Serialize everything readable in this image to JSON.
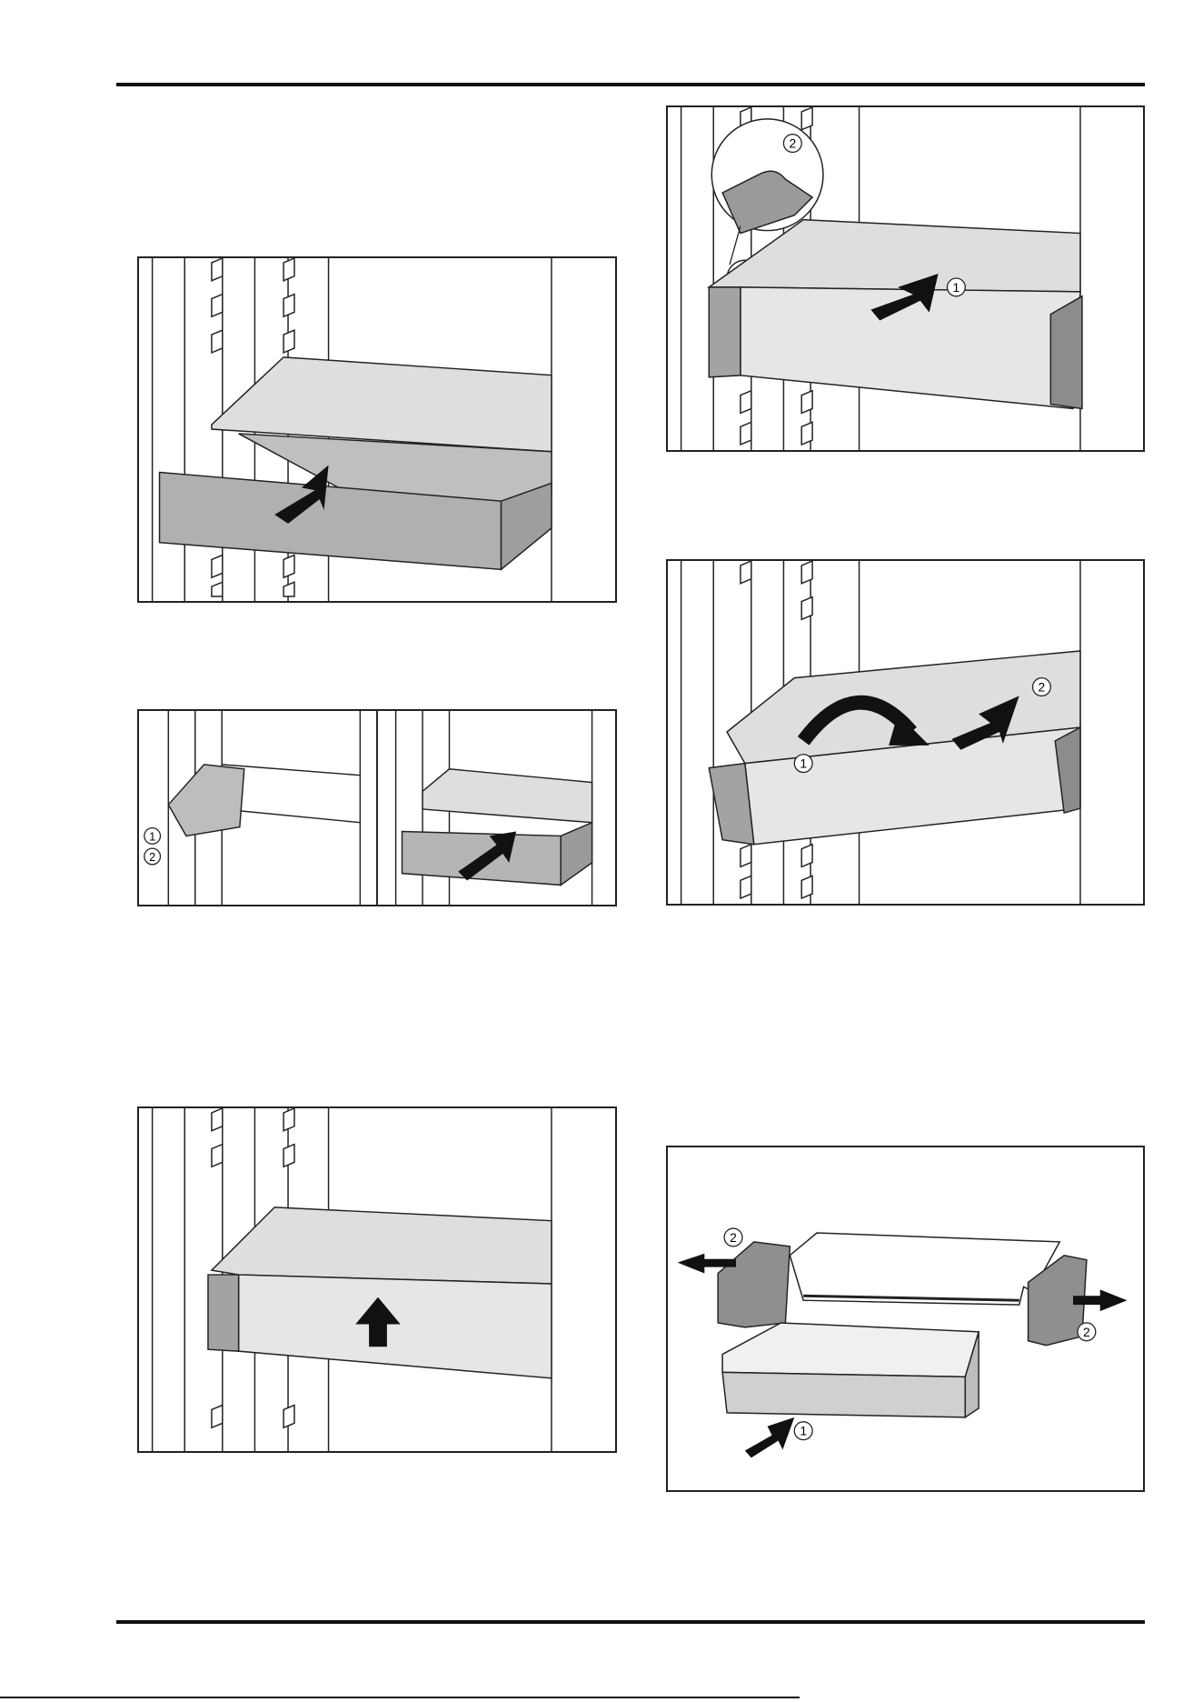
{
  "figures": [
    {
      "id": "fig-drawer-pull-out",
      "callouts": []
    },
    {
      "id": "fig-shelf-tilt-out",
      "callouts": [
        "1",
        "2"
      ]
    },
    {
      "id": "fig-rail-insert",
      "callouts": [
        "1",
        "2"
      ]
    },
    {
      "id": "fig-shelf-rotate",
      "callouts": [
        "1",
        "2"
      ]
    },
    {
      "id": "fig-shelf-push-up",
      "callouts": []
    },
    {
      "id": "fig-disassembly",
      "callouts": [
        "2",
        "2",
        "1"
      ]
    }
  ],
  "colors": {
    "line": "#1a1a1a",
    "shelf_light": "#d9d9d9",
    "shelf_mid": "#bdbdbd",
    "shelf_dark": "#9a9a9a",
    "arrow": "#111111"
  }
}
